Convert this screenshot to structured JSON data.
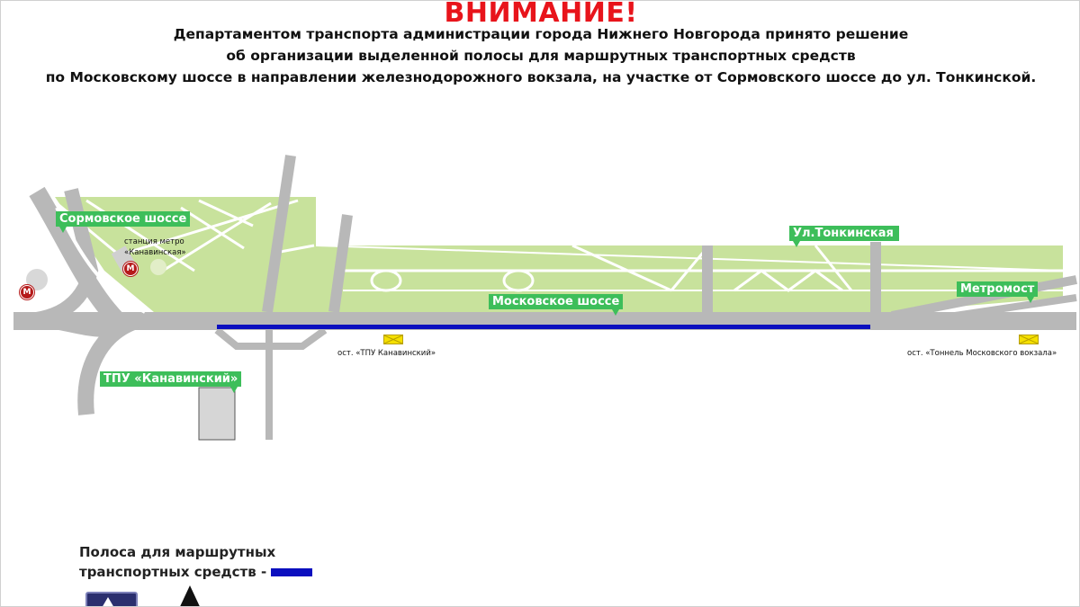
{
  "header": {
    "headline": "ВНИМАНИЕ!",
    "notice_lines": [
      "Департаментом транспорта администрации города Нижнего Новгорода принято решение",
      "об организации выделенной полосы для маршрутных транспортных средств",
      "по Московскому шоссе в направлении железнодорожного вокзала, на участке от Сормовского шоссе до ул. Тонкинской."
    ]
  },
  "map": {
    "labels": {
      "sormovskoe": "Сормовское шоссе",
      "metro_station_line1": "станция метро",
      "metro_station_line2": "«Канавинская»",
      "tonkinskaya": "Ул.Тонкинская",
      "moskovskoe": "Московское шоссе",
      "metromost": "Метромост",
      "tpu": "ТПУ «Канавинский»",
      "stop_tpu": "ост. «ТПУ Канавинский»",
      "stop_tunnel": "ост. «Тоннель Московского вокзала»"
    },
    "metro_symbol": "М",
    "colors": {
      "park": "#c8e29c",
      "road": "#b8b8b8",
      "bus_lane": "#0b0fbf",
      "label_bg": "#3dbe5a",
      "headline": "#e8141b",
      "metro": "#b51a1a",
      "stop_sign": "#f5e000"
    },
    "icons": {
      "metro": "metro-m-icon",
      "bus_stop": "bus-stop-sign-icon",
      "road_sign": "straight-ahead-sign-icon"
    }
  },
  "legend": {
    "line1": "Полоса для маршрутных",
    "line2": "транспортных средств -"
  }
}
